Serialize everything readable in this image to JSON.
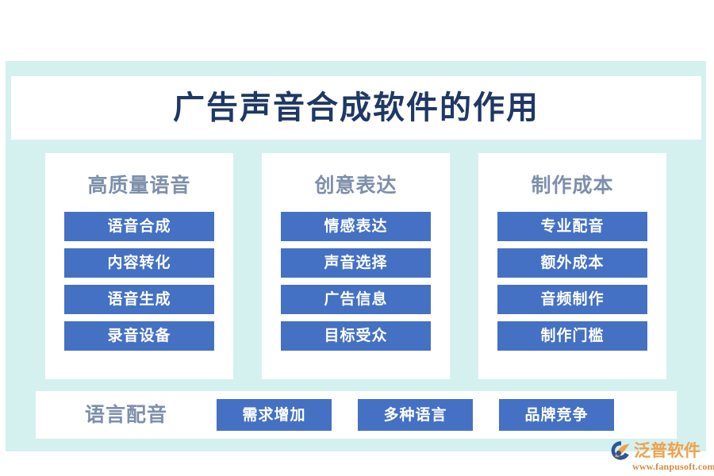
{
  "colors": {
    "page_background": "#ffffff",
    "panel_tint": "#d4f1f0",
    "card_background": "#ffffff",
    "chip_blue": "#4471c4",
    "title_navy": "#1f3864",
    "header_gray_blue": "#7d8fab",
    "watermark_orange": "#f0a24a"
  },
  "header": {
    "title": "广告声音合成软件的作用"
  },
  "columns": [
    {
      "header": "高质量语音",
      "chips": [
        "语音合成",
        "内容转化",
        "语音生成",
        "录音设备"
      ]
    },
    {
      "header": "创意表达",
      "chips": [
        "情感表达",
        "声音选择",
        "广告信息",
        "目标受众"
      ]
    },
    {
      "header": "制作成本",
      "chips": [
        "专业配音",
        "额外成本",
        "音频制作",
        "制作门槛"
      ]
    }
  ],
  "bottom_row": {
    "label": "语言配音",
    "chips": [
      "需求增加",
      "多种语言",
      "品牌竞争"
    ]
  },
  "watermark": {
    "icon": "fanpu-logo-icon",
    "brand": "泛普软件",
    "url": "www.fanpusoft.com"
  }
}
